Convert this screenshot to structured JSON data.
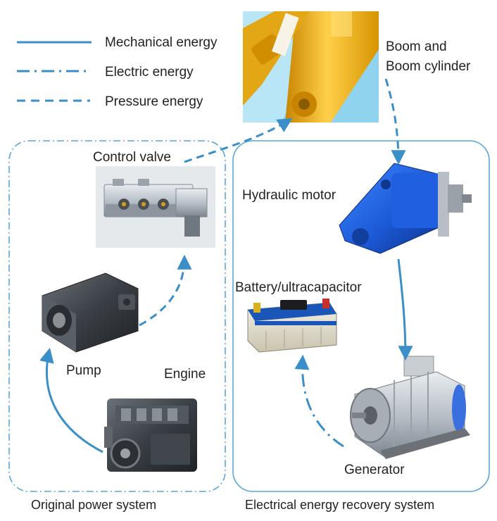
{
  "legend": {
    "mechanical": "Mechanical energy",
    "electric": "Electric energy",
    "pressure": "Pressure energy"
  },
  "components": {
    "boom": "Boom and Boom cylinder",
    "boom_line1": "Boom and",
    "boom_line2": "Boom cylinder",
    "control_valve": "Control valve",
    "hydraulic_motor": "Hydraulic motor",
    "battery": "Battery/ultracapacitor",
    "pump": "Pump",
    "engine": "Engine",
    "generator": "Generator"
  },
  "systems": {
    "original": "Original power system",
    "recovery": "Electrical energy recovery system"
  },
  "colors": {
    "line": "#3a8fc8",
    "box_border": "#5aa6d8",
    "boom_yellow": "#f2b51d",
    "boom_sky": "#8fd3ee",
    "motor_blue": "#1c5ad8",
    "battery_blue": "#1a55b8",
    "metal_dark": "#3c4046",
    "metal_light": "#c6ccd2"
  }
}
